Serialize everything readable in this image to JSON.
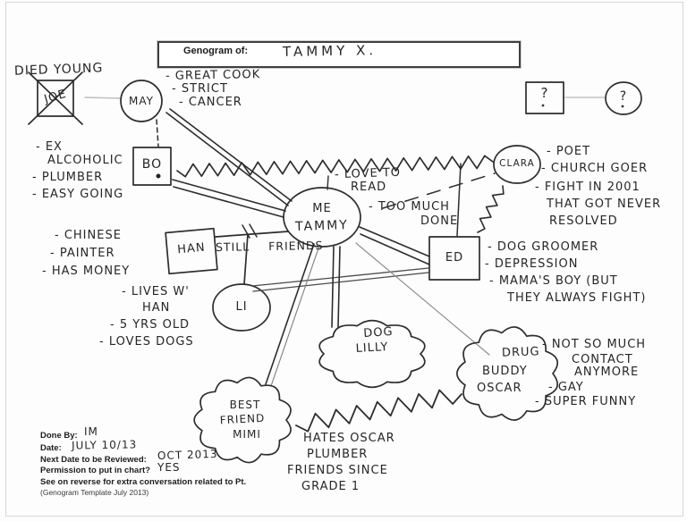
{
  "page": {
    "title_label": "Genogram of:",
    "title_value": "TAMMY  X."
  },
  "people": {
    "joe": {
      "name": "JOE",
      "annotation": "DIED YOUNG"
    },
    "may": {
      "name": "MAY",
      "notes": [
        "- GREAT COOK",
        "- STRICT",
        "- CANCER"
      ]
    },
    "bo": {
      "name": "BO",
      "notes": [
        "- EX",
        "ALCOHOLIC",
        "- PLUMBER",
        "- EASY GOING"
      ]
    },
    "unknown_male": {
      "name": "?"
    },
    "unknown_female": {
      "name": "?"
    },
    "clara": {
      "name": "CLARA",
      "notes": [
        "- POET",
        "- CHURCH GOER",
        "- FIGHT IN 2001",
        "THAT GOT NEVER",
        "RESOLVED"
      ]
    },
    "tammy": {
      "name_line1": "ME",
      "name_line2": "TAMMY",
      "notes_top": [
        "- LOVE TO",
        "READ"
      ],
      "notes_right": [
        "- TOO MUCH",
        "DONE"
      ]
    },
    "han": {
      "name": "HAN",
      "notes": [
        "- CHINESE",
        "- PAINTER",
        "- HAS MONEY"
      ]
    },
    "li": {
      "name": "LI",
      "notes": [
        "- LIVES W'",
        "HAN",
        "- 5 YRS OLD",
        "- LOVES DOGS"
      ]
    },
    "ed": {
      "name": "ED",
      "notes": [
        "- DOG GROOMER",
        "- DEPRESSION",
        "- MAMA'S BOY (BUT",
        "THEY ALWAYS FIGHT)"
      ]
    },
    "lilly": {
      "lines": [
        "DOG",
        "LILLY"
      ]
    },
    "mimi": {
      "lines": [
        "BEST",
        "FRIEND",
        "MIMI"
      ]
    },
    "oscar": {
      "lines": [
        "DRUG",
        "BUDDY",
        "OSCAR"
      ],
      "notes": [
        "- NOT SO MUCH",
        "CONTACT",
        "ANYMORE",
        "- GAY",
        "- SUPER FUNNY"
      ]
    }
  },
  "relationships": {
    "han_tammy": "STILL FRIENDS",
    "mimi_oscar": [
      "HATES OSCAR",
      "PLUMBER",
      "FRIENDS SINCE",
      "GRADE 1"
    ]
  },
  "footer": {
    "done_by_label": "Done By:",
    "done_by_value": "IM",
    "date_label": "Date:",
    "date_value": "JULY 10/13",
    "review_label": "Next Date to be Reviewed:",
    "review_value": "OCT 2013",
    "permission_label": "Permission to put in chart?",
    "permission_value": "YES",
    "reverse_note": "See on reverse for extra conversation related to Pt.",
    "template_note": "(Genogram Template July 2013)"
  }
}
